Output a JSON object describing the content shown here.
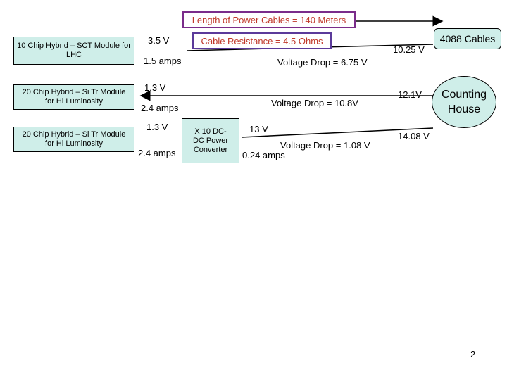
{
  "header": {
    "cable_length": "Length of Power Cables = 140 Meters",
    "cable_resistance": "Cable Resistance = 4.5 Ohms",
    "cable_count": "4088 Cables"
  },
  "modules": [
    {
      "label": "10 Chip Hybrid – SCT Module for LHC"
    },
    {
      "label": "20 Chip Hybrid – Si Tr Module for Hi Luminosity"
    },
    {
      "label": "20 Chip Hybrid – Si Tr Module for Hi Luminosity"
    }
  ],
  "circuit1": {
    "voltage": "3.5 V",
    "current": "1.5 amps",
    "drop": "Voltage Drop = 6.75 V",
    "end_voltage": "10.25 V"
  },
  "circuit2": {
    "voltage": "1.3 V",
    "current": "2.4 amps",
    "drop": "Voltage Drop = 10.8V",
    "end_voltage": "12.1V"
  },
  "circuit3": {
    "voltage": "1.3 V",
    "current": "2.4 amps",
    "converter_voltage": "13 V",
    "converter_current": "0.24 amps",
    "drop": "Voltage Drop = 1.08 V",
    "end_voltage": "14.08 V"
  },
  "converter": {
    "label": "X 10 DC-DC Power Converter"
  },
  "counting_house": {
    "label": "Counting House"
  },
  "page_number": "2",
  "colors": {
    "box_fill": "#cfeee9",
    "header_border": "#7a2c8a",
    "header_text": "#c0392b",
    "arrow_color": "#7a2c8a",
    "resistance_border": "#5b3a9a"
  }
}
